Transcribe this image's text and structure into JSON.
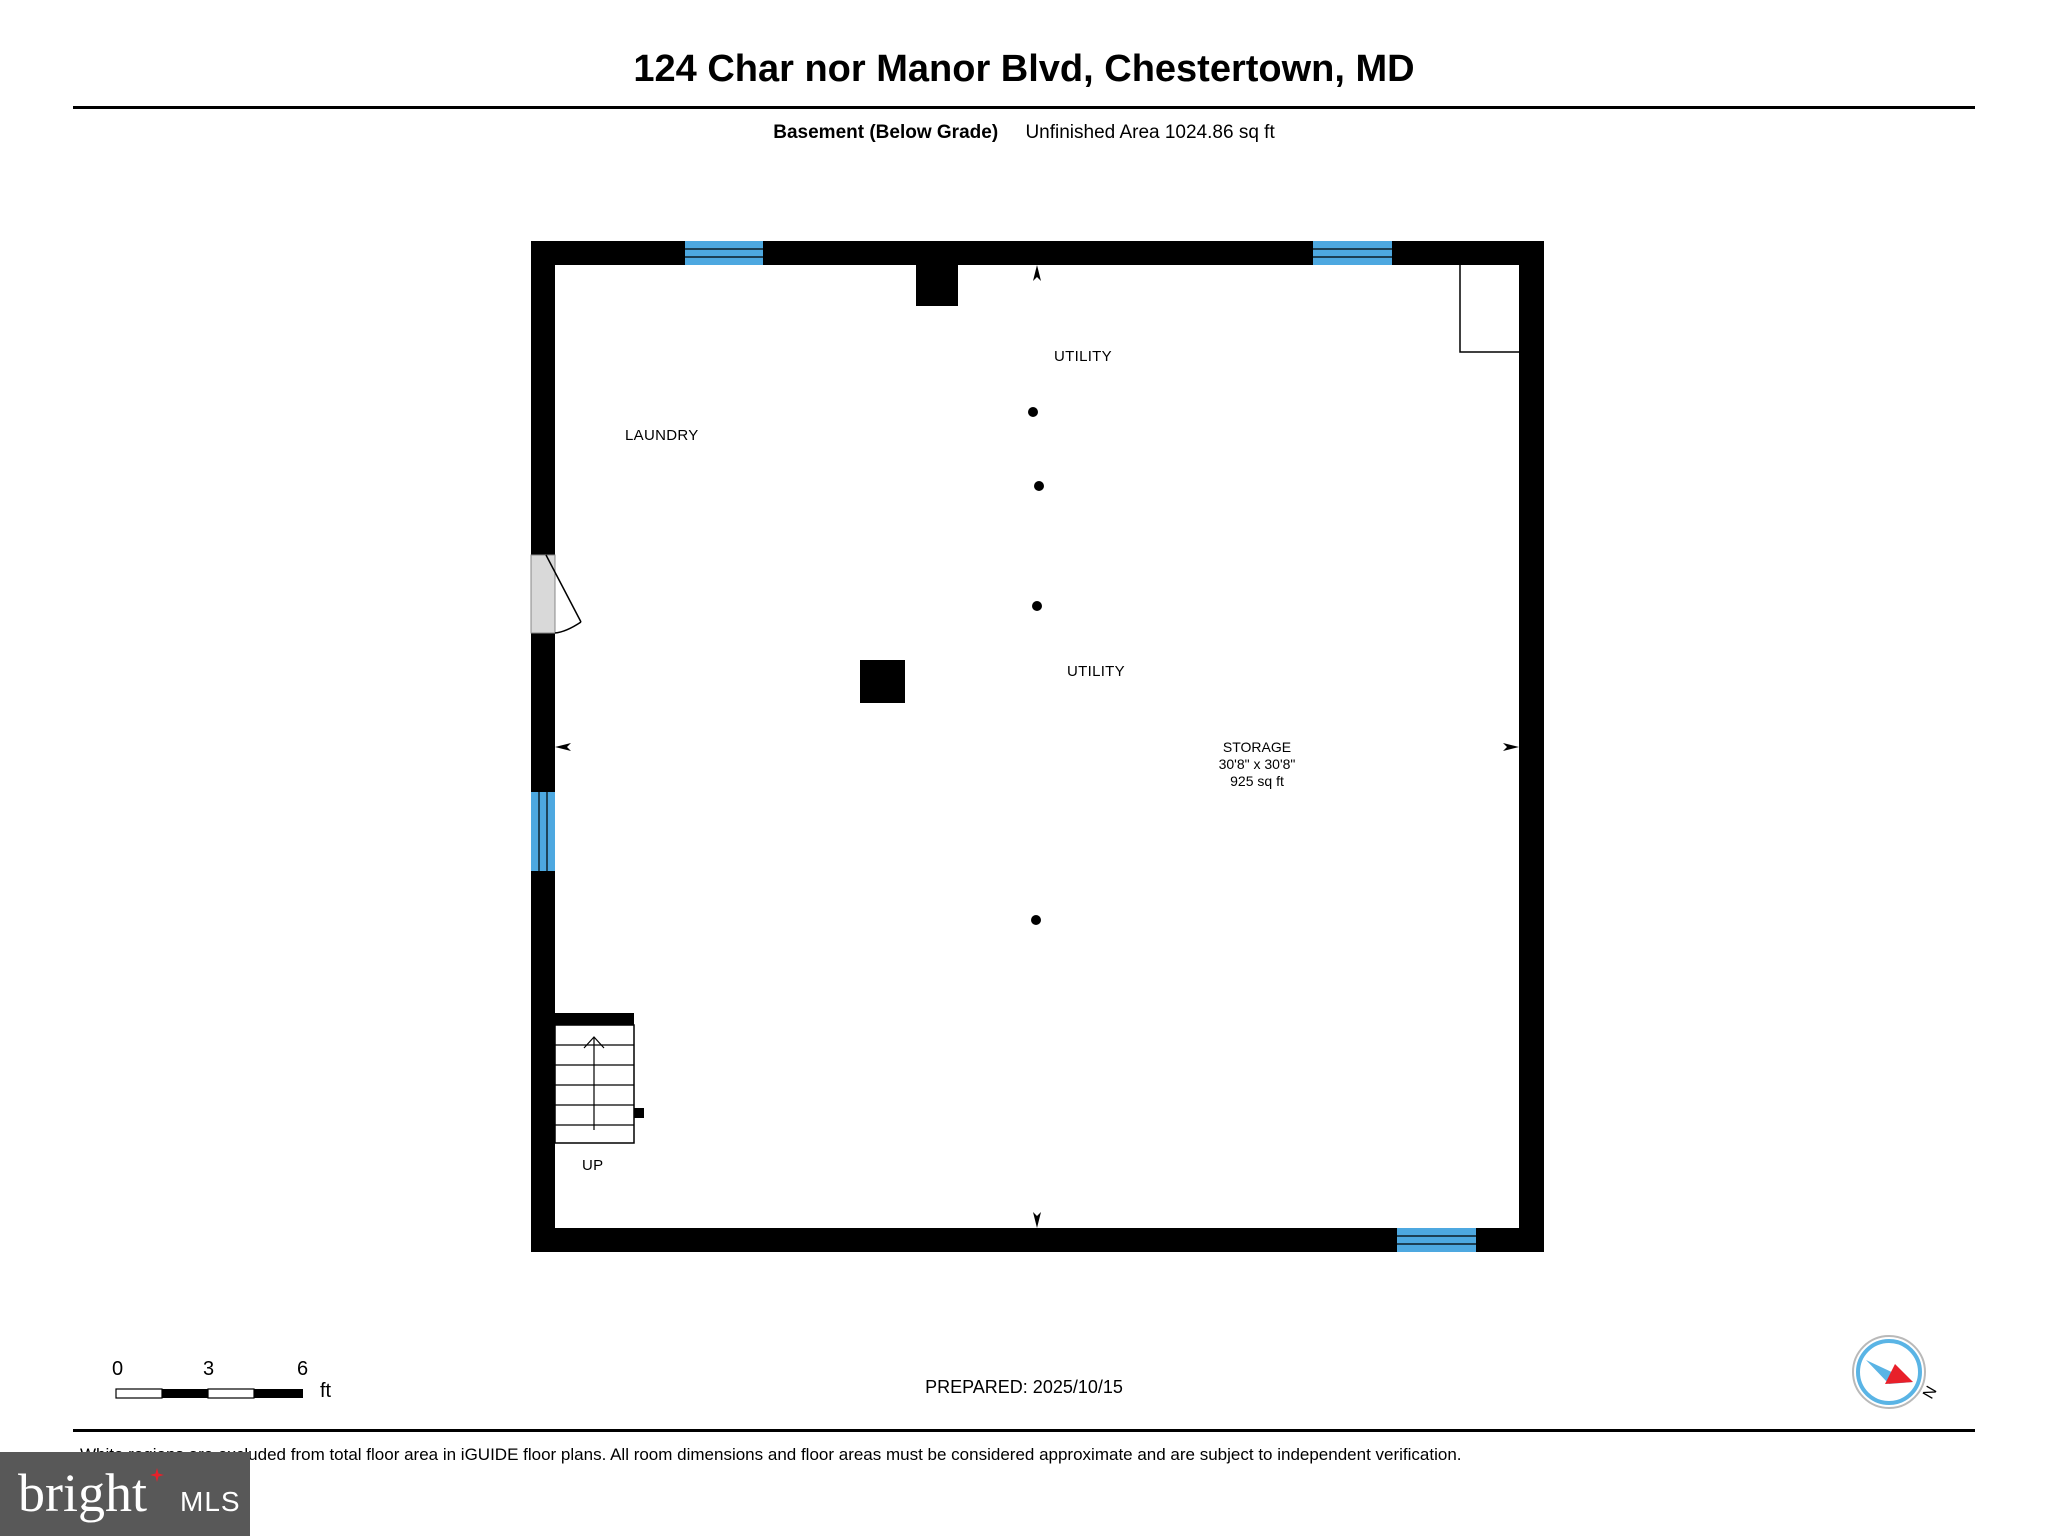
{
  "header": {
    "title": "124 Char nor Manor Blvd, Chestertown, MD",
    "level_name": "Basement (Below Grade)",
    "area_text": "Unfinished Area 1024.86 sq ft"
  },
  "rooms": [
    {
      "name": "UTILITY"
    },
    {
      "name": "LAUNDRY"
    },
    {
      "name": "UTILITY"
    },
    {
      "name": "STORAGE",
      "dimensions": "30'8\" x 30'8\"",
      "area": "925 sq ft"
    }
  ],
  "stairs": {
    "label": "UP"
  },
  "scale_bar": {
    "ticks": [
      "0",
      "3",
      "6"
    ],
    "unit": "ft"
  },
  "prepared": "PREPARED: 2025/10/15",
  "compass": {
    "label": "N",
    "needle_color": "#e8202a",
    "ring_color": "#5ab4e5"
  },
  "window_color": "#4da8e0",
  "disclaimer": "White regions are excluded from total floor area in iGUIDE floor plans. All room dimensions and floor areas must be considered approximate and are subject to independent verification.",
  "watermark": {
    "brand": "bright",
    "suffix": "MLS"
  }
}
